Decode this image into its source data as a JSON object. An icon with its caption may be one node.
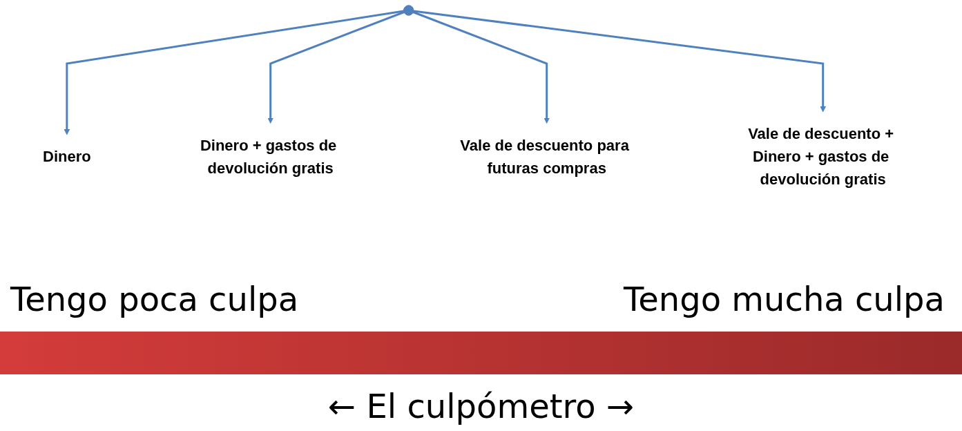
{
  "diagram": {
    "nodes": [
      {
        "text": [],
        "shape": "circle"
      },
      {
        "text": [
          "Dinero"
        ]
      },
      {
        "text": [
          "Dinero + gastos de devolución gratis"
        ]
      },
      {
        "text": [
          "Vale de descuento para futuras compras"
        ]
      },
      {
        "text": [
          "Vale de descuento + Dinero + gastos de devolución gratis"
        ]
      },
      {
        "text": [],
        "shape": "bar"
      }
    ],
    "edges": [
      {
        "from": 0,
        "to": 1,
        "arrow": "to"
      },
      {
        "from": 0,
        "to": 2,
        "arrow": "to"
      },
      {
        "from": 0,
        "to": 3,
        "arrow": "to"
      },
      {
        "from": 0,
        "to": 4,
        "arrow": "to"
      }
    ],
    "labels": [
      "Tengo poca culpa",
      "Tengo mucha culpa",
      "← El culpómetro →"
    ]
  }
}
